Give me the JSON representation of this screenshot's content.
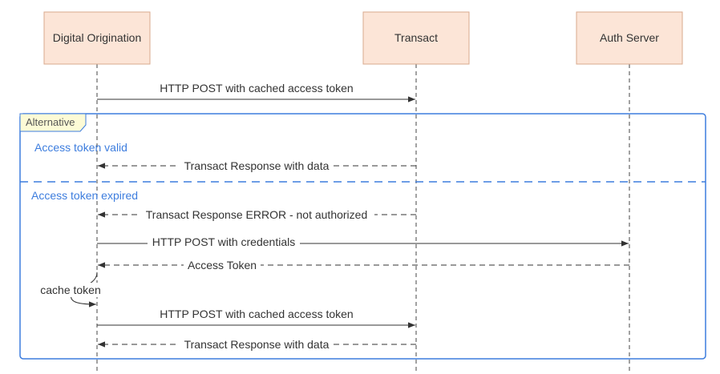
{
  "participants": [
    {
      "id": "digital",
      "label": "Digital Origination"
    },
    {
      "id": "transact",
      "label": "Transact"
    },
    {
      "id": "auth",
      "label": "Auth Server"
    }
  ],
  "fragment": {
    "tag": "Alternative",
    "sections": [
      {
        "condition": "Access token valid"
      },
      {
        "condition": "Access token expired"
      }
    ]
  },
  "messages": [
    {
      "from": "digital",
      "to": "transact",
      "style": "solid",
      "label": "HTTP POST with cached access token"
    },
    {
      "from": "transact",
      "to": "digital",
      "style": "dashed",
      "label": "Transact Response with data"
    },
    {
      "from": "transact",
      "to": "digital",
      "style": "dashed",
      "label": "Transact Response ERROR - not authorized"
    },
    {
      "from": "digital",
      "to": "auth",
      "style": "solid",
      "label": "HTTP POST with credentials"
    },
    {
      "from": "auth",
      "to": "digital",
      "style": "dashed",
      "label": "Access Token"
    },
    {
      "from": "digital",
      "to": "digital",
      "style": "solid",
      "label": "cache token"
    },
    {
      "from": "digital",
      "to": "transact",
      "style": "solid",
      "label": "HTTP POST with cached access token"
    },
    {
      "from": "transact",
      "to": "digital",
      "style": "dashed",
      "label": "Transact Response with data"
    }
  ],
  "colors": {
    "participant_fill": "#fce5d7",
    "participant_border": "#d9a98d",
    "fragment_border": "#3d7dde",
    "fragment_tag_fill": "#fdfbd6",
    "condition_text": "#3d7dde",
    "line": "#333333"
  }
}
